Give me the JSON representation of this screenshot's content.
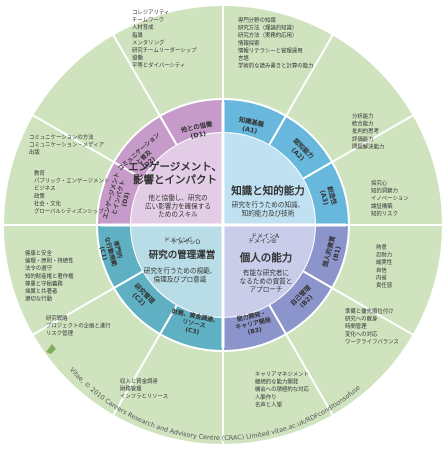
{
  "diagram": {
    "colors": {
      "outer_ring": "#cfe3bf",
      "purple": "#c69bc9",
      "purple_light": "#e3cde6",
      "blue": "#68b8dd",
      "blue_light": "#bfe1f1",
      "navy": "#8c94cc",
      "navy_light": "#c9cdea",
      "teal": "#5fb0c3",
      "teal_light": "#b9dde6",
      "text_dark": "#333333"
    },
    "domains": {
      "d": {
        "title": "エンゲージメント、\n影響とインパクト",
        "desc": "他と協働し、研究の\n広い影響力を確保する\nためのスキル",
        "label": "ドメインD"
      },
      "a": {
        "title": "知識と知的能力",
        "desc": "研究を行うための知識、\n知的能力及び技術",
        "label": "ドメインA"
      },
      "c": {
        "label": "ドメインC",
        "title": "研究の管理運営",
        "desc": "研究を行うための規範、\n倫理及びプロ意識"
      },
      "b": {
        "label": "ドメインB",
        "title": "個人の能力",
        "desc": "有能な研究者に\nなるための資質と\nアプローチ"
      }
    },
    "subdomains": {
      "d1": "他との協働\n(D1)",
      "d2": "コミュニケーション\nと普及\n(D2)",
      "d3": "エンゲージメント\nとインパクト\n(D3)",
      "a1": "知識基盤\n(A1)",
      "a2": "認知能力\n(A2)",
      "a3": "創造性\n(A3)",
      "b1": "個人的資質\n(B1)",
      "b2": "自己管理\n(B2)",
      "b3": "能力開発・\nキャリア開発\n(B3)",
      "c1": "専門的\nな行動規範\n(C1)",
      "c2": "研究管理\n(C2)",
      "c3": "財務、資金調達、\nリソース\n(C3)"
    },
    "outer": {
      "d1": "コレジアリティ\nチームワーク\n人材育成\n指導\nメンタリング\n研究チームリーダーシップ\n協働\n平等とダイバーシティ",
      "d2": "コミュニケーションの方法\nコミュニケーション・メディア\n出版",
      "d3": "教育\nパブリック・エンゲージメント\nビジネス\n政策\n社会・文化\nグローバルシティズンシップ",
      "a1": "専門分野の知識\n研究方法（理論的知識）\n研究方法（実務的応用）\n情報探索\n情報リテラシーと管理運用\n言語\n学術的な読み書きと計算の能力",
      "a2": "分析能力\n統合能力\n批判的思考\n評価能力\n問題解決能力",
      "a3": "探究心\n知的洞察力\nイノベーション\n論証構築\n知的リスク",
      "b1": "熱意\n忍耐力\n誠実性\n自信\n内省\n責任感",
      "b2": "準備と優先順位付け\n研究への献身\n時間管理\n変化への対応\nワークライフバランス",
      "b3": "キャリアマネジメント\n継続的な能力開発\n機会への積極的な対応\n人脈作り\n名声と人望",
      "c1": "健康と安全\n倫理・原則・持続性\n法令の遵守\n知的財産権と著作権\n尊重と守秘義務\n帰属と共著者\n適切な行動",
      "c2": "研究戦略\nプロジェクトの企画と進行\nリスク管理",
      "c3": "収入と資金調達\n財務管理\nインフラとリソース"
    },
    "copyright": "Vitae, © 2010 Careers Research and Advisory Centre (CRAC) Limited   vitae.ac.uk/RDFconditionsofuse"
  }
}
